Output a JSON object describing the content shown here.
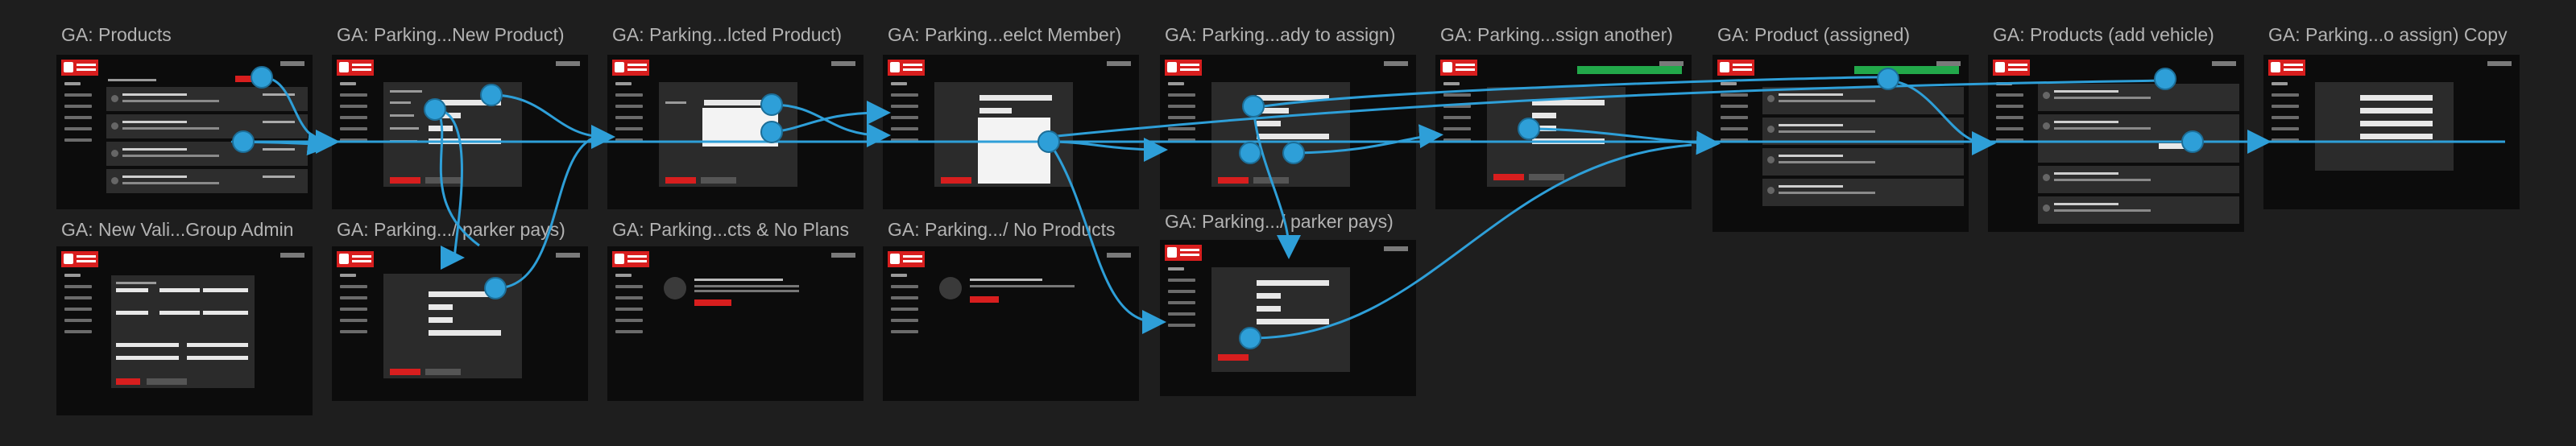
{
  "canvas": {
    "background": "#1e1e1e",
    "wire_color": "#2e9fd8",
    "accent": "#d81e1e"
  },
  "frames": [
    {
      "id": "f1",
      "title": "GA: Products"
    },
    {
      "id": "f2",
      "title": "GA: Parking...New Product)"
    },
    {
      "id": "f3",
      "title": "GA: Parking...lcted Product)"
    },
    {
      "id": "f4",
      "title": "GA: Parking...eelct Member)"
    },
    {
      "id": "f5",
      "title": "GA: Parking...ady to assign)"
    },
    {
      "id": "f6",
      "title": "GA: Parking...ssign another)"
    },
    {
      "id": "f7",
      "title": "GA: Product (assigned)"
    },
    {
      "id": "f8",
      "title": "GA: Products (add vehicle)"
    },
    {
      "id": "f9",
      "title": "GA: Parking...o assign) Copy"
    },
    {
      "id": "f10",
      "title": "GA: New Vali...Group Admin"
    },
    {
      "id": "f11",
      "title": "GA: Parking.../ parker pays)"
    },
    {
      "id": "f12",
      "title": "GA: Parking...cts & No Plans"
    },
    {
      "id": "f13",
      "title": "GA: Parking.../ No Products"
    },
    {
      "id": "f14",
      "title": "GA: Parking.../ parker pays)"
    }
  ]
}
